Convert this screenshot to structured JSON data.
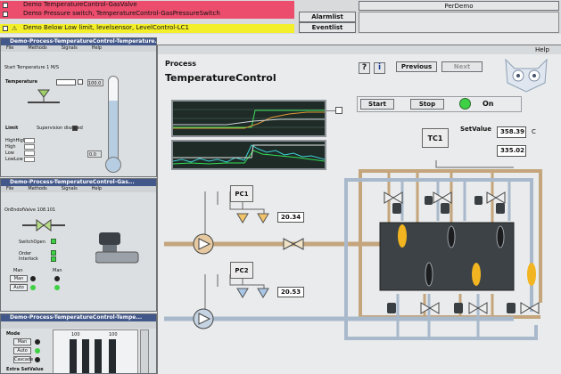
{
  "alarms": [
    {
      "text": "Demo  TemperatureControl-GasValve",
      "bg": "#ec4d6d"
    },
    {
      "text": "Demo  Pressure switch, TemperatureControl-GasPressureSwitch",
      "bg": "#ec4d6d"
    },
    {
      "text": "Demo  Below Low limit, levelsensor, LevelControl-LC1",
      "bg": "#f3ef2a"
    }
  ],
  "alarm_buttons": [
    "Alarmlist",
    "Eventlist"
  ],
  "top_button": "PerDemo",
  "main": {
    "help_label": "Help",
    "process_label": "Process",
    "title": "TemperatureControl",
    "help_q": "?",
    "info_i": "i",
    "previous": "Previous",
    "next": "Next",
    "start": "Start",
    "stop": "Stop",
    "on_label": "On",
    "setvalue_label": "SetValue",
    "tc_label": "TC1",
    "setvalue": "358.39",
    "setvalue_unit": "C",
    "pv_value": "335.02",
    "pc1_label": "PC1",
    "pc1_value": "20.34",
    "pc2_label": "PC2",
    "pc2_value": "20.53"
  },
  "win1": {
    "title": "Demo-Process-TemperatureControl-Temperature...",
    "menu": [
      "File",
      "Methods",
      "Signals",
      "Help"
    ],
    "subtitle": "Start Temperature 1 M/S",
    "temperature_label": "Temperature",
    "limit_label": "Limit",
    "limit_state": "Supervision disabled",
    "levels": [
      "HighHigh",
      "High",
      "Low",
      "LowLow"
    ],
    "scale_top": "100.0",
    "scale_bottom": "0.0",
    "thermometer_level": 0.72
  },
  "win2": {
    "title": "Demo-Process-TemperatureControl-Gas...",
    "menu": [
      "File",
      "Methods",
      "Signals",
      "Help"
    ],
    "subtitle": "OnEndofValve 108.101",
    "labels": [
      "SwitchOpen",
      "Order",
      "Interlock"
    ],
    "col_labels": [
      "Man",
      "Man"
    ],
    "mode_buttons": [
      "Man",
      "Auto"
    ]
  },
  "win3": {
    "title": "Demo-Process-TemperatureControl-Tempe...",
    "mode_label": "Mode",
    "mode_buttons": [
      "Man",
      "Auto",
      "Cascade"
    ],
    "extra_label": "Extra SetValue",
    "scale_labels": [
      "100",
      "100"
    ]
  }
}
